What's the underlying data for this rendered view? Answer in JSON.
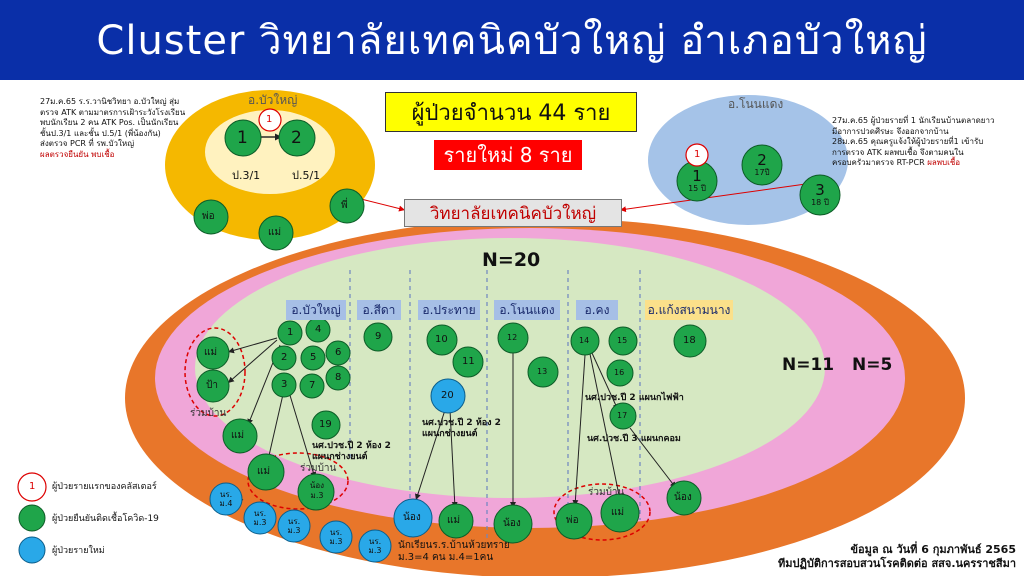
{
  "header": {
    "title": "Cluster วิทยาลัยเทคนิคบัวใหญ่ อำเภอบัวใหญ่"
  },
  "summary": {
    "total": "ผู้ป่วยจำนวน 44 ราย",
    "new": "รายใหม่ 8 ราย",
    "college": "วิทยาลัยเทคนิคบัวใหญ่"
  },
  "top_left": {
    "district": "อ.บัวใหญ่",
    "note_lines": [
      "27ม.ค.65 ร.ร.วานิชวิทยา อ.บัวใหญ่ สุ่ม",
      "ตรวจ ATK ตามมาตรการเฝ้าระวังโรงเรียน",
      "พบนักเรียน 2 คน ATK Pos. เป็นนักเรียน",
      "ชั้นป.3/1 และชั้น ป.5/1 (พี่น้องกัน)",
      "ส่งตรวจ PCR ที่ รพ.บัวใหญ่"
    ],
    "note_red": "ผลตรวจยืนยัน พบเชื้อ",
    "grade1": "ป.3/1",
    "grade2": "ป.5/1",
    "n1": "1",
    "n2": "2",
    "father": "พ่อ",
    "mother": "แม่",
    "sibling": "พี่"
  },
  "top_right": {
    "district": "อ.โนนแดง",
    "note_lines": [
      "27ม.ค.65 ผู้ป่วยรายที่ 1 นักเรียนบ้านตลาดยาว",
      "มีอาการปวดศีรษะ จึงออกจากบ้าน",
      "28ม.ค.65 คุณครูแจ้งให้ผู้ป่วยรายที่1 เข้ารับ",
      "การตรวจ ATK ผลพบเชื้อ จึงตามคนใน",
      "ครอบครัวมาตรวจ RT-PCR"
    ],
    "note_red": "ผลพบเชื้อ",
    "n1": "1",
    "a1": "15 ปี",
    "n2": "2",
    "a2": "17ปี",
    "n3": "3",
    "a3": "18 ปี"
  },
  "counts": {
    "n20": "N=20",
    "n11": "N=11",
    "n5": "N=5"
  },
  "districts": [
    "อ.บัวใหญ่",
    "อ.สีดา",
    "อ.ประทาย",
    "อ.โนนแดง",
    "อ.คง",
    "อ.แก้งสนามนาง"
  ],
  "nodes": {
    "b1": "1",
    "b4": "4",
    "b2": "2",
    "b5": "5",
    "b6": "6",
    "b3": "3",
    "b7": "7",
    "b8": "8",
    "b19": "19",
    "s9": "9",
    "p10": "10",
    "p11": "11",
    "p20": "20",
    "nd12": "12",
    "nd13": "13",
    "k14": "14",
    "k15": "15",
    "k16": "16",
    "k17": "17",
    "kg18": "18"
  },
  "family": {
    "mother": "แม่",
    "aunt": "ป้า",
    "father": "พ่อ",
    "younger": "น้อง",
    "younger_m3": "น้อง ม.3",
    "m4": "นร. ม.4",
    "m3": "นร. ม.3"
  },
  "labels": {
    "cohab1": "ร่วมบ้าน",
    "cohab2": "ร่วมบ้าน",
    "cohab3": "ร่วมบ้าน",
    "note19": "นศ.ปวช.ปี 2 ห้อง 2 แผนกช่างยนต์",
    "note20": "นศ.ปวช.ปี 2 ห้อง 2 แผนกช่างยนต์",
    "note16": "นศ.ปวช.ปี 2 แผนกไฟฟ้า",
    "note17": "นศ.ปวช.ปี 3 แผนกคอม",
    "school": "นักเรียนร.ร.บ้านห้วยทราย",
    "school2": "ม.3=4 คน ม.4=1คน"
  },
  "legend": {
    "first": "ผู้ป่วยรายแรกของคลัสเตอร์",
    "first_num": "1",
    "confirmed": "ผู้ป่วยยืนยันติดเชื้อโควิด-19",
    "new": "ผู้ป่วยรายใหม่"
  },
  "footer": {
    "line1": "ข้อมูล ณ วันที่ 6 กุมภาพันธ์ 2565",
    "line2": "ทีมปฏิบัติการสอบสวนโรคติดต่อ สสจ.นครราชสีมา"
  }
}
